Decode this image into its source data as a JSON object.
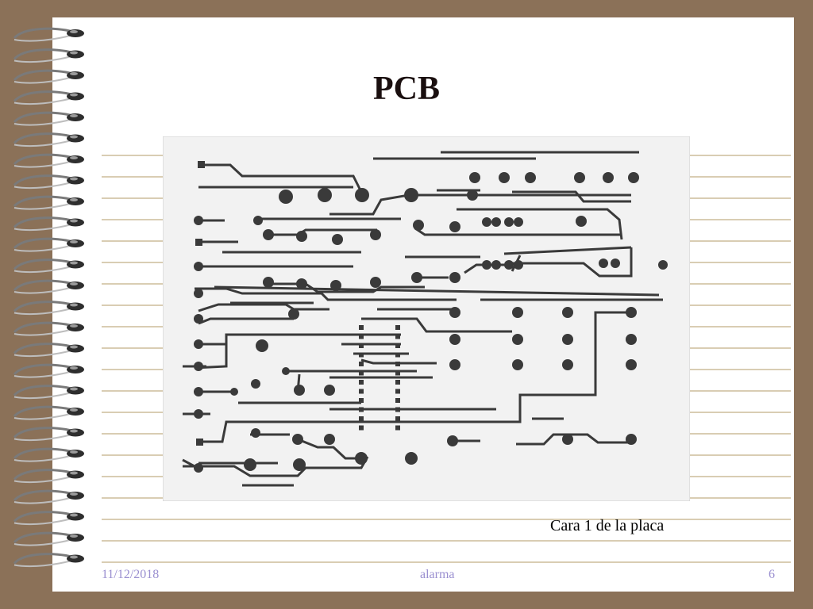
{
  "slide": {
    "title": "PCB",
    "caption": "Cara 1 de la placa"
  },
  "footer": {
    "date": "11/12/2018",
    "center": "alarma",
    "page_number": "6"
  },
  "colors": {
    "background": "#8b7158",
    "page": "#ffffff",
    "rule_lines": "#d9cdb3",
    "trace": "#3a3a3a",
    "footer_text": "#9a8fd0"
  }
}
